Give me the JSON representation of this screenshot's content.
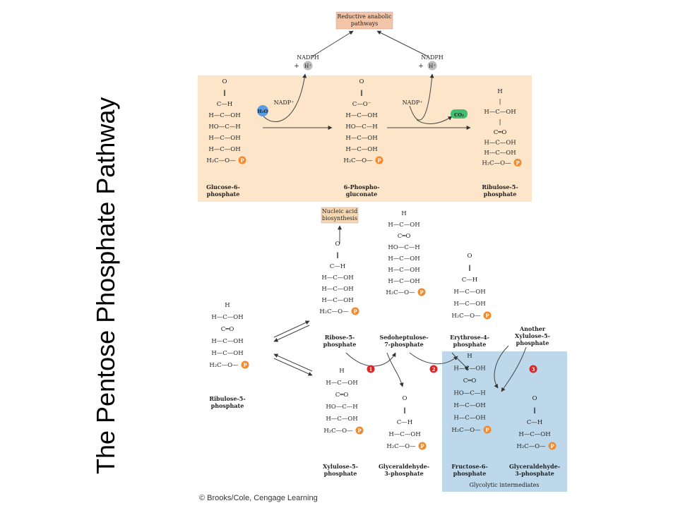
{
  "title": "The Pentose Phosphate Pathway",
  "copyright": "© Brooks/Cole, Cengage Learning",
  "oxidative": {
    "reductive_box": [
      "Reductive anabolic",
      "pathways"
    ],
    "nadph": "NADPH",
    "h_plus": "H⁺",
    "nadp": "NADP⁺",
    "h2o": "H₂O",
    "co2": "CO₂",
    "glucose6p": {
      "name": [
        "Glucose-6-",
        "phosphate"
      ],
      "rows": [
        "O",
        "‖",
        "C—H",
        "H—C—OH",
        "HO—C—H",
        "H—C—OH",
        "H—C—OH",
        "H₂C—O—"
      ]
    },
    "gluconate6p": {
      "name": [
        "6-Phospho-",
        "gluconate"
      ],
      "rows": [
        "O",
        "‖",
        "C—O⁻",
        "H—C—OH",
        "HO—C—H",
        "H—C—OH",
        "H—C—OH",
        "H₂C—O—"
      ]
    },
    "ribulose5p": {
      "name": [
        "Ribulose-5-",
        "phosphate"
      ],
      "rows": [
        "H",
        "|",
        "H—C—OH",
        "|",
        "C═O",
        "H—C—OH",
        "H—C—OH",
        "H₂C—O—"
      ]
    }
  },
  "nonoxidative": {
    "nucleic_box": [
      "Nucleic acid",
      "biosynthesis"
    ],
    "ribulose5p": {
      "name": [
        "Ribulose-5-",
        "phosphate"
      ],
      "rows": [
        "H",
        "H—C—OH",
        "C═O",
        "H—C—OH",
        "H—C—OH",
        "H₂C—O—"
      ]
    },
    "ribose5p_struct": [
      "O",
      "‖",
      "C—H",
      "H—C—OH",
      "H—C—OH",
      "H—C—OH",
      "H₂C—O—"
    ],
    "sedo_struct": [
      "H",
      "H—C—OH",
      "C═O",
      "HO—C—H",
      "H—C—OH",
      "H—C—OH",
      "H—C—OH",
      "H₂C—O—"
    ],
    "ery_struct": [
      "O",
      "‖",
      "C—H",
      "H—C—OH",
      "H—C—OH",
      "H₂C—O—"
    ],
    "labels": {
      "ribose5p": [
        "Ribose-5-",
        "phosphate"
      ],
      "sedo": [
        "Sedoheptulose-",
        "7-phosphate"
      ],
      "ery": [
        "Erythrose-4-",
        "phosphate"
      ],
      "another": [
        "Another",
        "Xylulose-5-",
        "phosphate"
      ]
    },
    "steps": [
      "1",
      "2",
      "3"
    ],
    "xylulose5p": {
      "name": [
        "Xylulose-5-",
        "phosphate"
      ],
      "rows": [
        "H",
        "H—C—OH",
        "C═O",
        "HO—C—H",
        "H—C—OH",
        "H₂C—O—"
      ]
    },
    "gap1": {
      "name": [
        "Glyceraldehyde-",
        "3-phosphate"
      ],
      "rows": [
        "O",
        "‖",
        "C—H",
        "H—C—OH",
        "H₂C—O—"
      ]
    },
    "fructose6p": {
      "name": [
        "Fructose-6-",
        "phosphate"
      ],
      "rows": [
        "H",
        "H—C—OH",
        "C═O",
        "HO—C—H",
        "H—C—OH",
        "H—C—OH",
        "H₂C—O—"
      ]
    },
    "gap2": {
      "name": [
        "Glyceraldehyde-",
        "3-phosphate"
      ],
      "rows": [
        "O",
        "‖",
        "C—H",
        "H—C—OH",
        "H₂C—O—"
      ]
    },
    "glycolytic_label": "Glycolytic intermediates"
  },
  "phosphate_symbol": "P",
  "colors": {
    "oxidative_bg": "#fce5c8",
    "glycolytic_bg": "#bcd8ea",
    "box_bg": "#f2c4a8",
    "nucleic_bg": "#f5d9b5",
    "phosphate": "#f08a2c",
    "step_red": "#d62828",
    "h2o": "#5b9be0",
    "co2": "#3fbf72",
    "hplus": "#bbbbbb"
  }
}
